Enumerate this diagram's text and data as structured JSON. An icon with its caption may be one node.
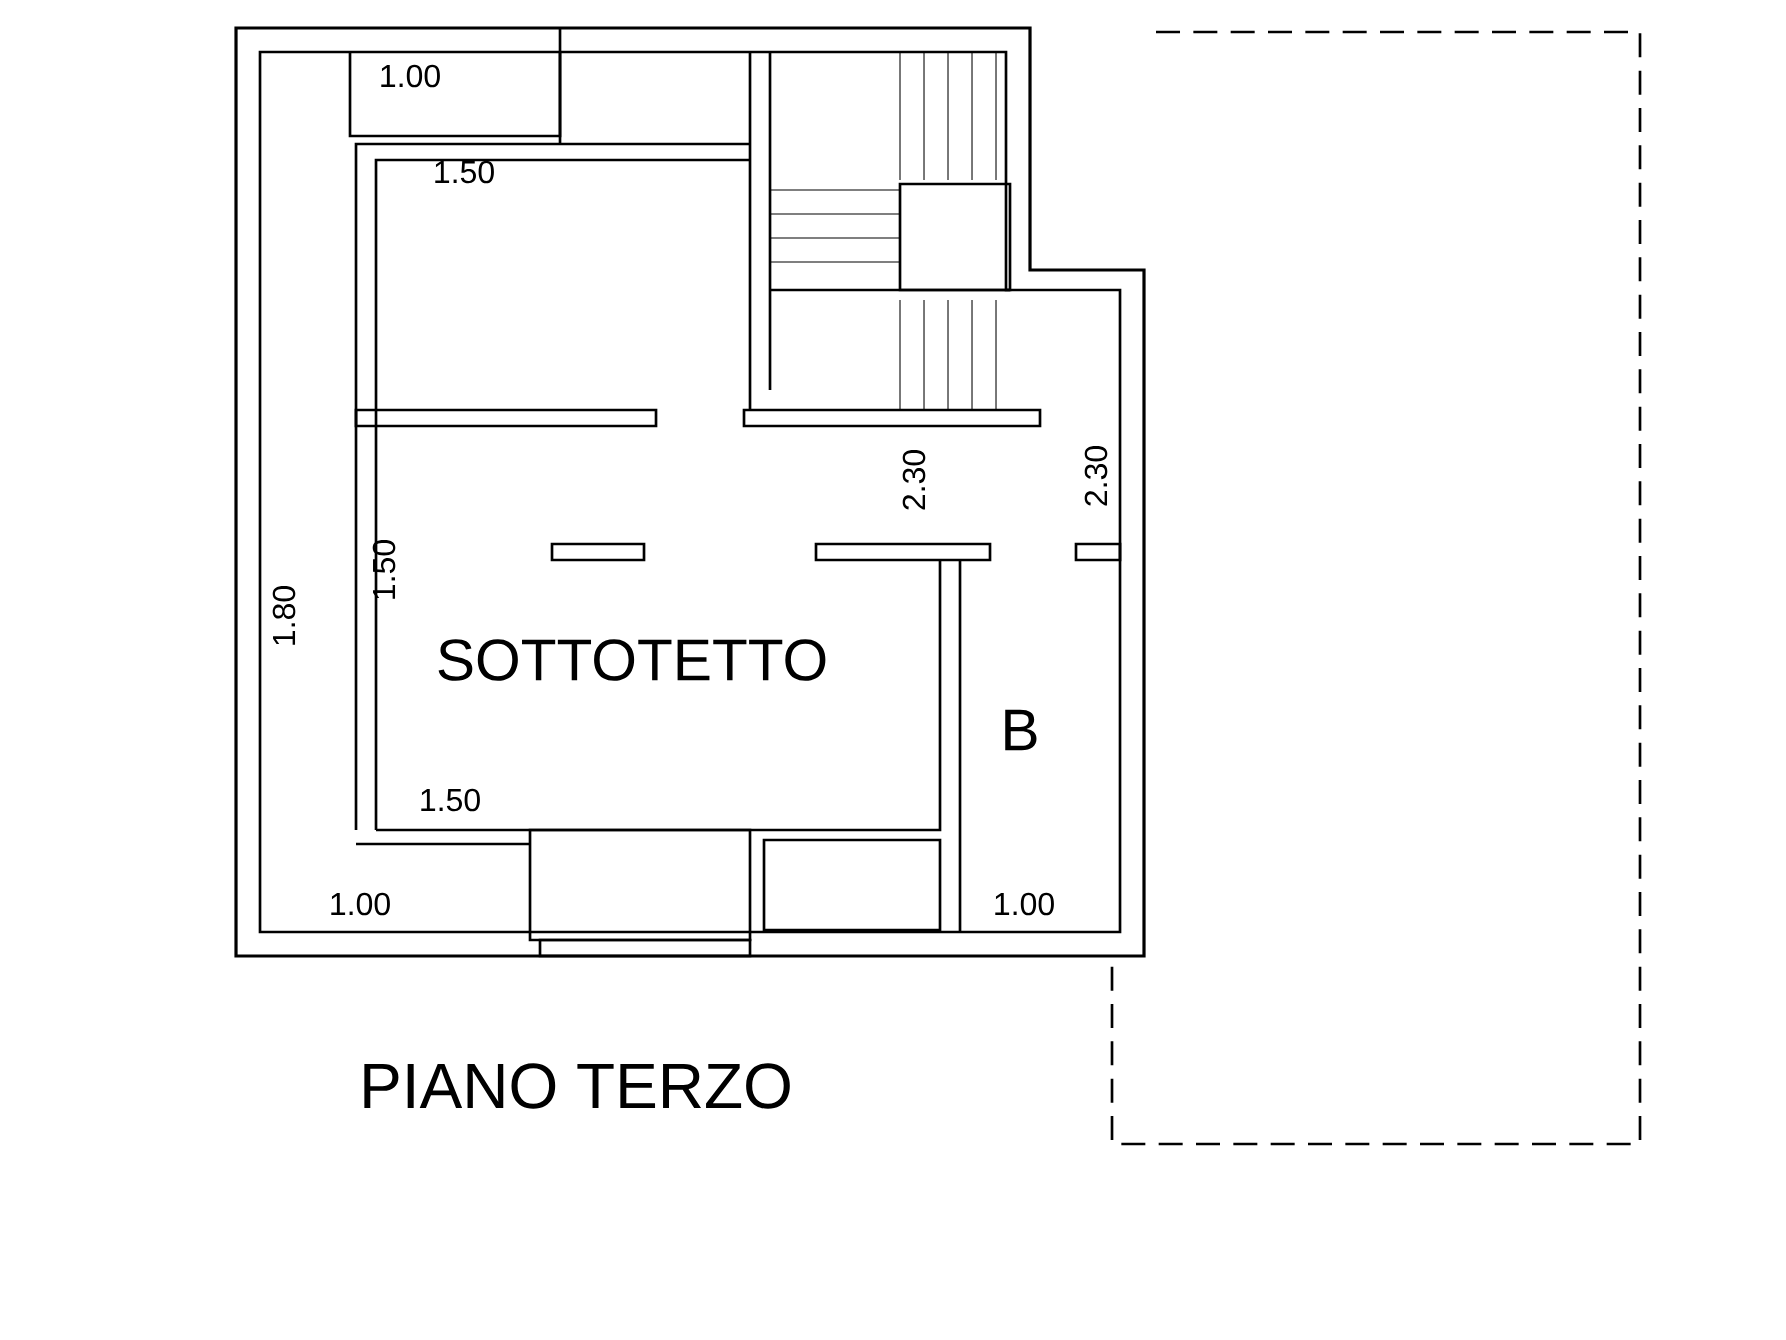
{
  "diagram": {
    "caption": "PIANO TERZO",
    "labels": [
      "1.00",
      "1.50",
      "1.80",
      "1.50",
      "SOTTOTETTO",
      "2.30",
      "2.30",
      "B",
      "1.50",
      "1.00",
      "1.00"
    ]
  }
}
